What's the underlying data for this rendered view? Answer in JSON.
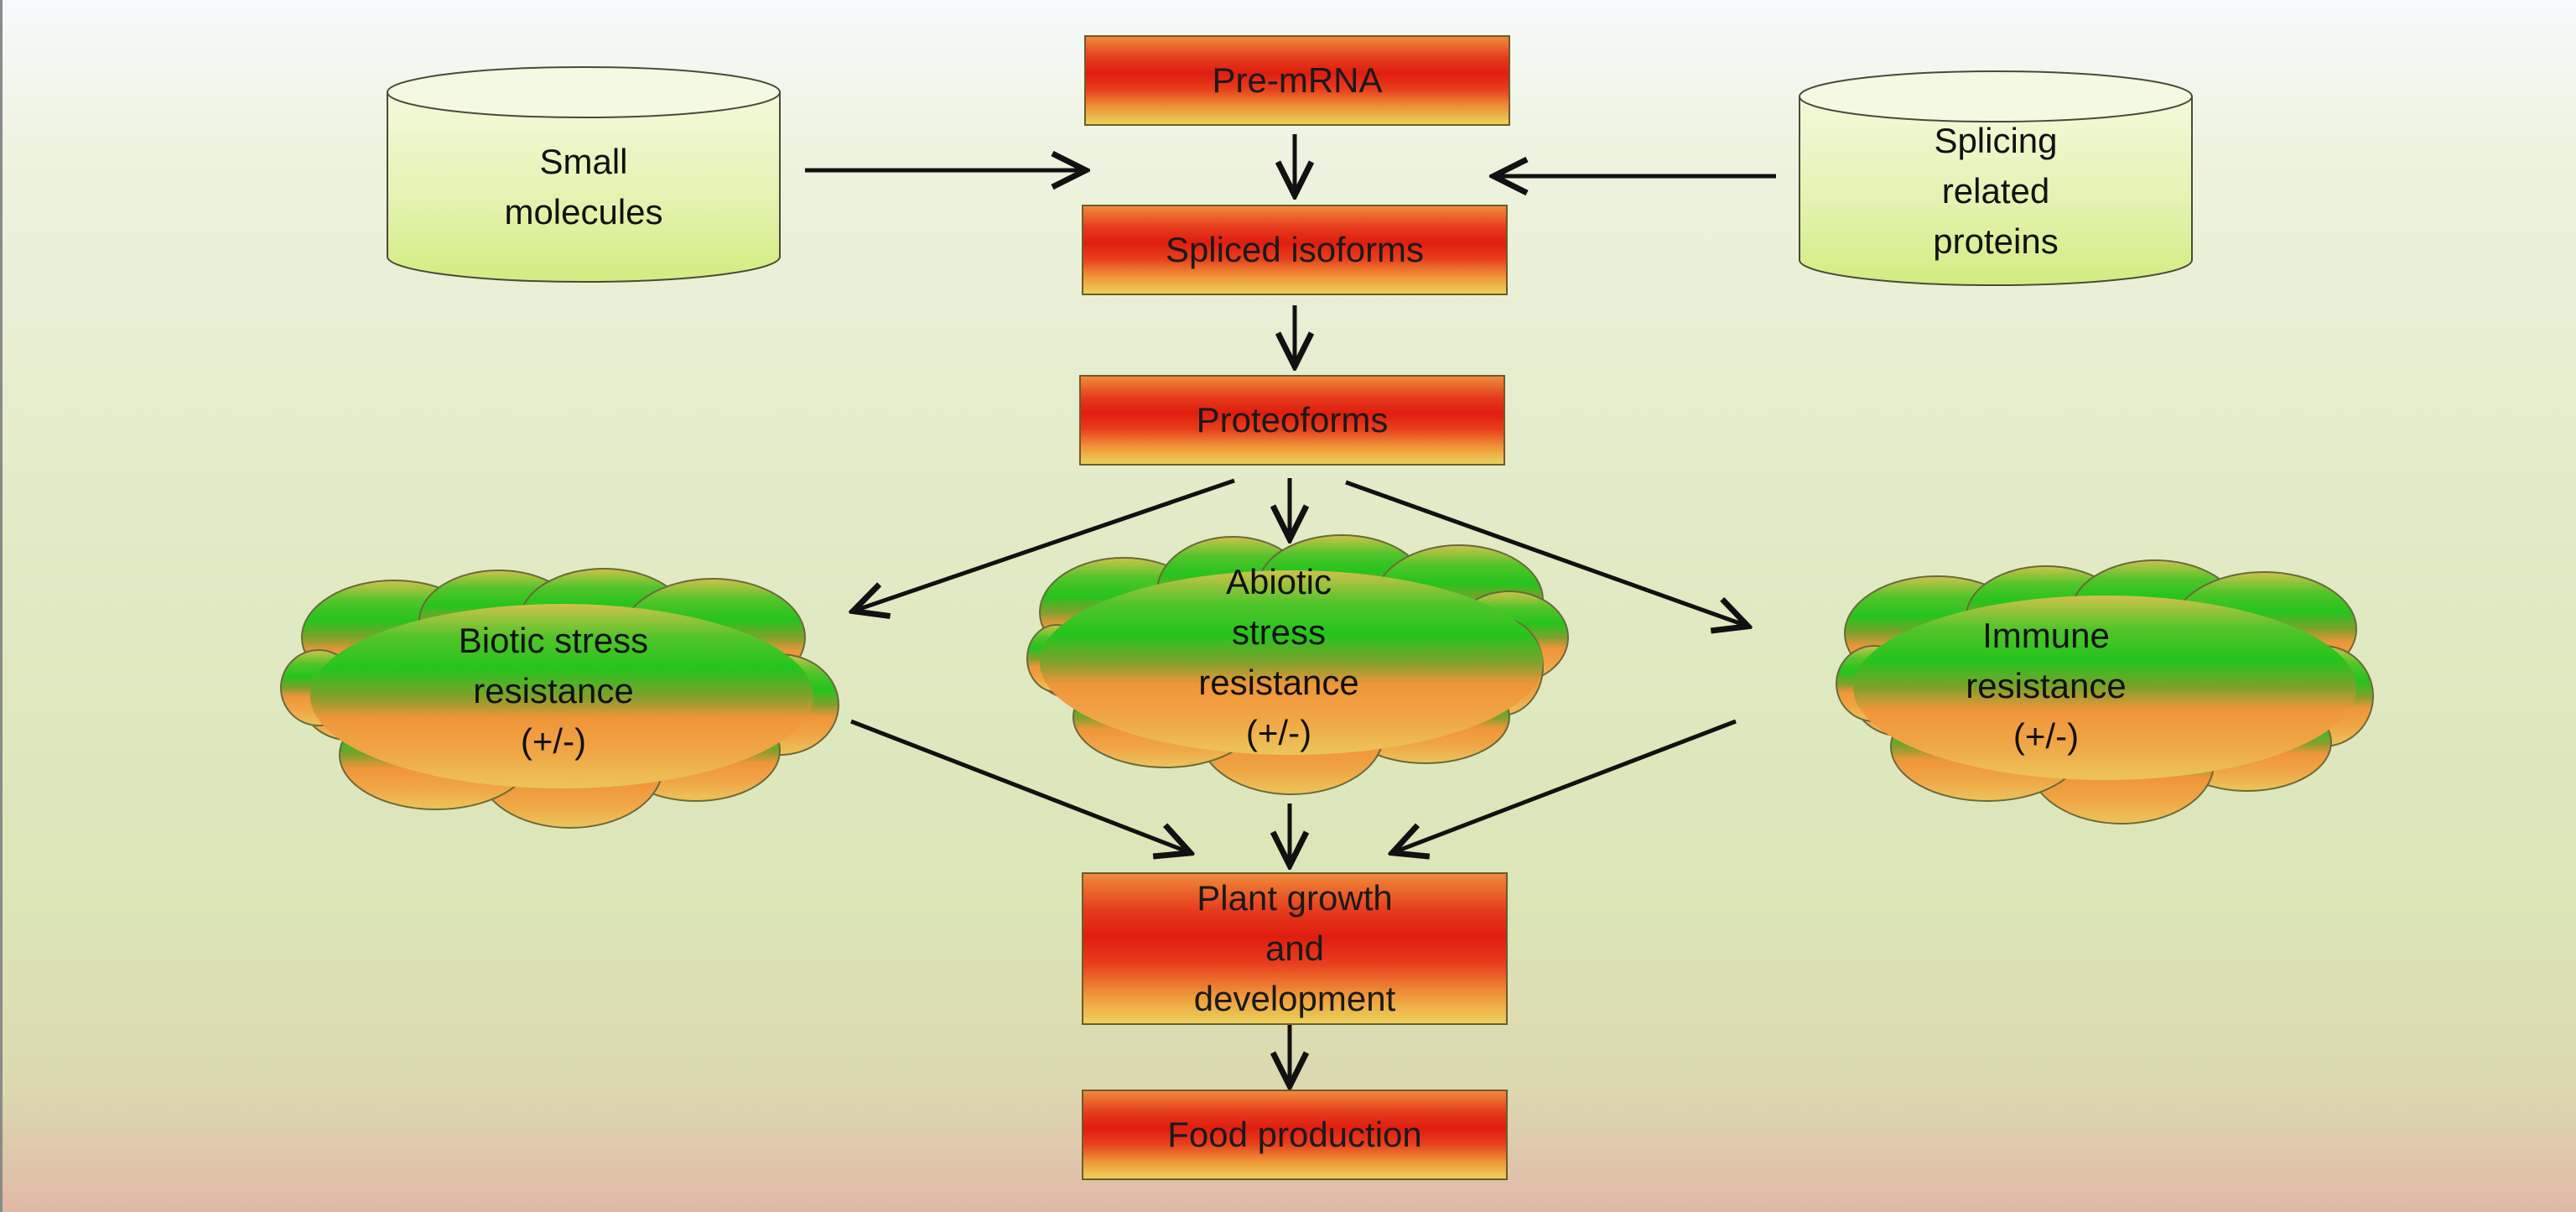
{
  "colors": {
    "box_top": "#e01d10",
    "box_bottom": "#ecd15a",
    "cloud_green": "#25c41e",
    "cloud_orange": "#f0953a",
    "cylinder": "#d8ee90",
    "arrow": "#111111"
  },
  "nodes": {
    "pre_mrna": "Pre-mRNA",
    "spliced_isoforms": "Spliced isoforms",
    "proteoforms": "Proteoforms",
    "small_molecules": "Small\nmolecules",
    "splicing_proteins": "Splicing\nrelated\nproteins",
    "biotic": "Biotic stress\nresistance\n(+/-)",
    "abiotic": "Abiotic\nstress\nresistance\n(+/-)",
    "immune": "Immune\nresistance\n(+/-)",
    "plant_growth": "Plant growth\nand\ndevelopment",
    "food_production": "Food production"
  }
}
